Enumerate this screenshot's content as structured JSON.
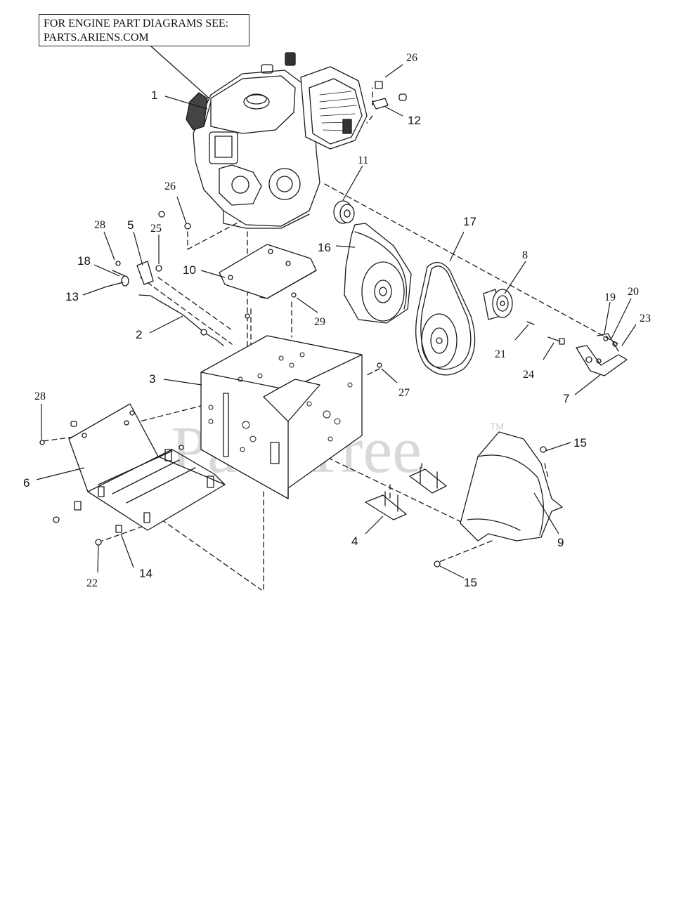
{
  "note": {
    "line1": "FOR ENGINE PART DIAGRAMS SEE:",
    "line2": "PARTS.ARIENS.COM"
  },
  "watermark": {
    "text": "PartsTree",
    "trademark": "TM"
  },
  "callouts": [
    {
      "id": "1",
      "label": "1"
    },
    {
      "id": "2",
      "label": "2"
    },
    {
      "id": "3",
      "label": "3"
    },
    {
      "id": "4",
      "label": "4"
    },
    {
      "id": "5",
      "label": "5"
    },
    {
      "id": "6",
      "label": "6"
    },
    {
      "id": "7",
      "label": "7"
    },
    {
      "id": "8",
      "label": "8"
    },
    {
      "id": "9",
      "label": "9"
    },
    {
      "id": "10",
      "label": "10"
    },
    {
      "id": "11",
      "label": "11"
    },
    {
      "id": "12",
      "label": "12"
    },
    {
      "id": "13",
      "label": "13"
    },
    {
      "id": "14",
      "label": "14"
    },
    {
      "id": "15a",
      "label": "15"
    },
    {
      "id": "15b",
      "label": "15"
    },
    {
      "id": "16",
      "label": "16"
    },
    {
      "id": "17",
      "label": "17"
    },
    {
      "id": "18",
      "label": "18"
    },
    {
      "id": "19",
      "label": "19"
    },
    {
      "id": "20",
      "label": "20"
    },
    {
      "id": "21",
      "label": "21"
    },
    {
      "id": "22",
      "label": "22"
    },
    {
      "id": "23",
      "label": "23"
    },
    {
      "id": "24",
      "label": "24"
    },
    {
      "id": "25",
      "label": "25"
    },
    {
      "id": "26a",
      "label": "26"
    },
    {
      "id": "26b",
      "label": "26"
    },
    {
      "id": "27",
      "label": "27"
    },
    {
      "id": "28a",
      "label": "28"
    },
    {
      "id": "28b",
      "label": "28"
    },
    {
      "id": "29",
      "label": "29"
    }
  ],
  "colors": {
    "line": "#1a1a1a",
    "fill": "#ffffff",
    "watermark": "#d9d9d9"
  }
}
